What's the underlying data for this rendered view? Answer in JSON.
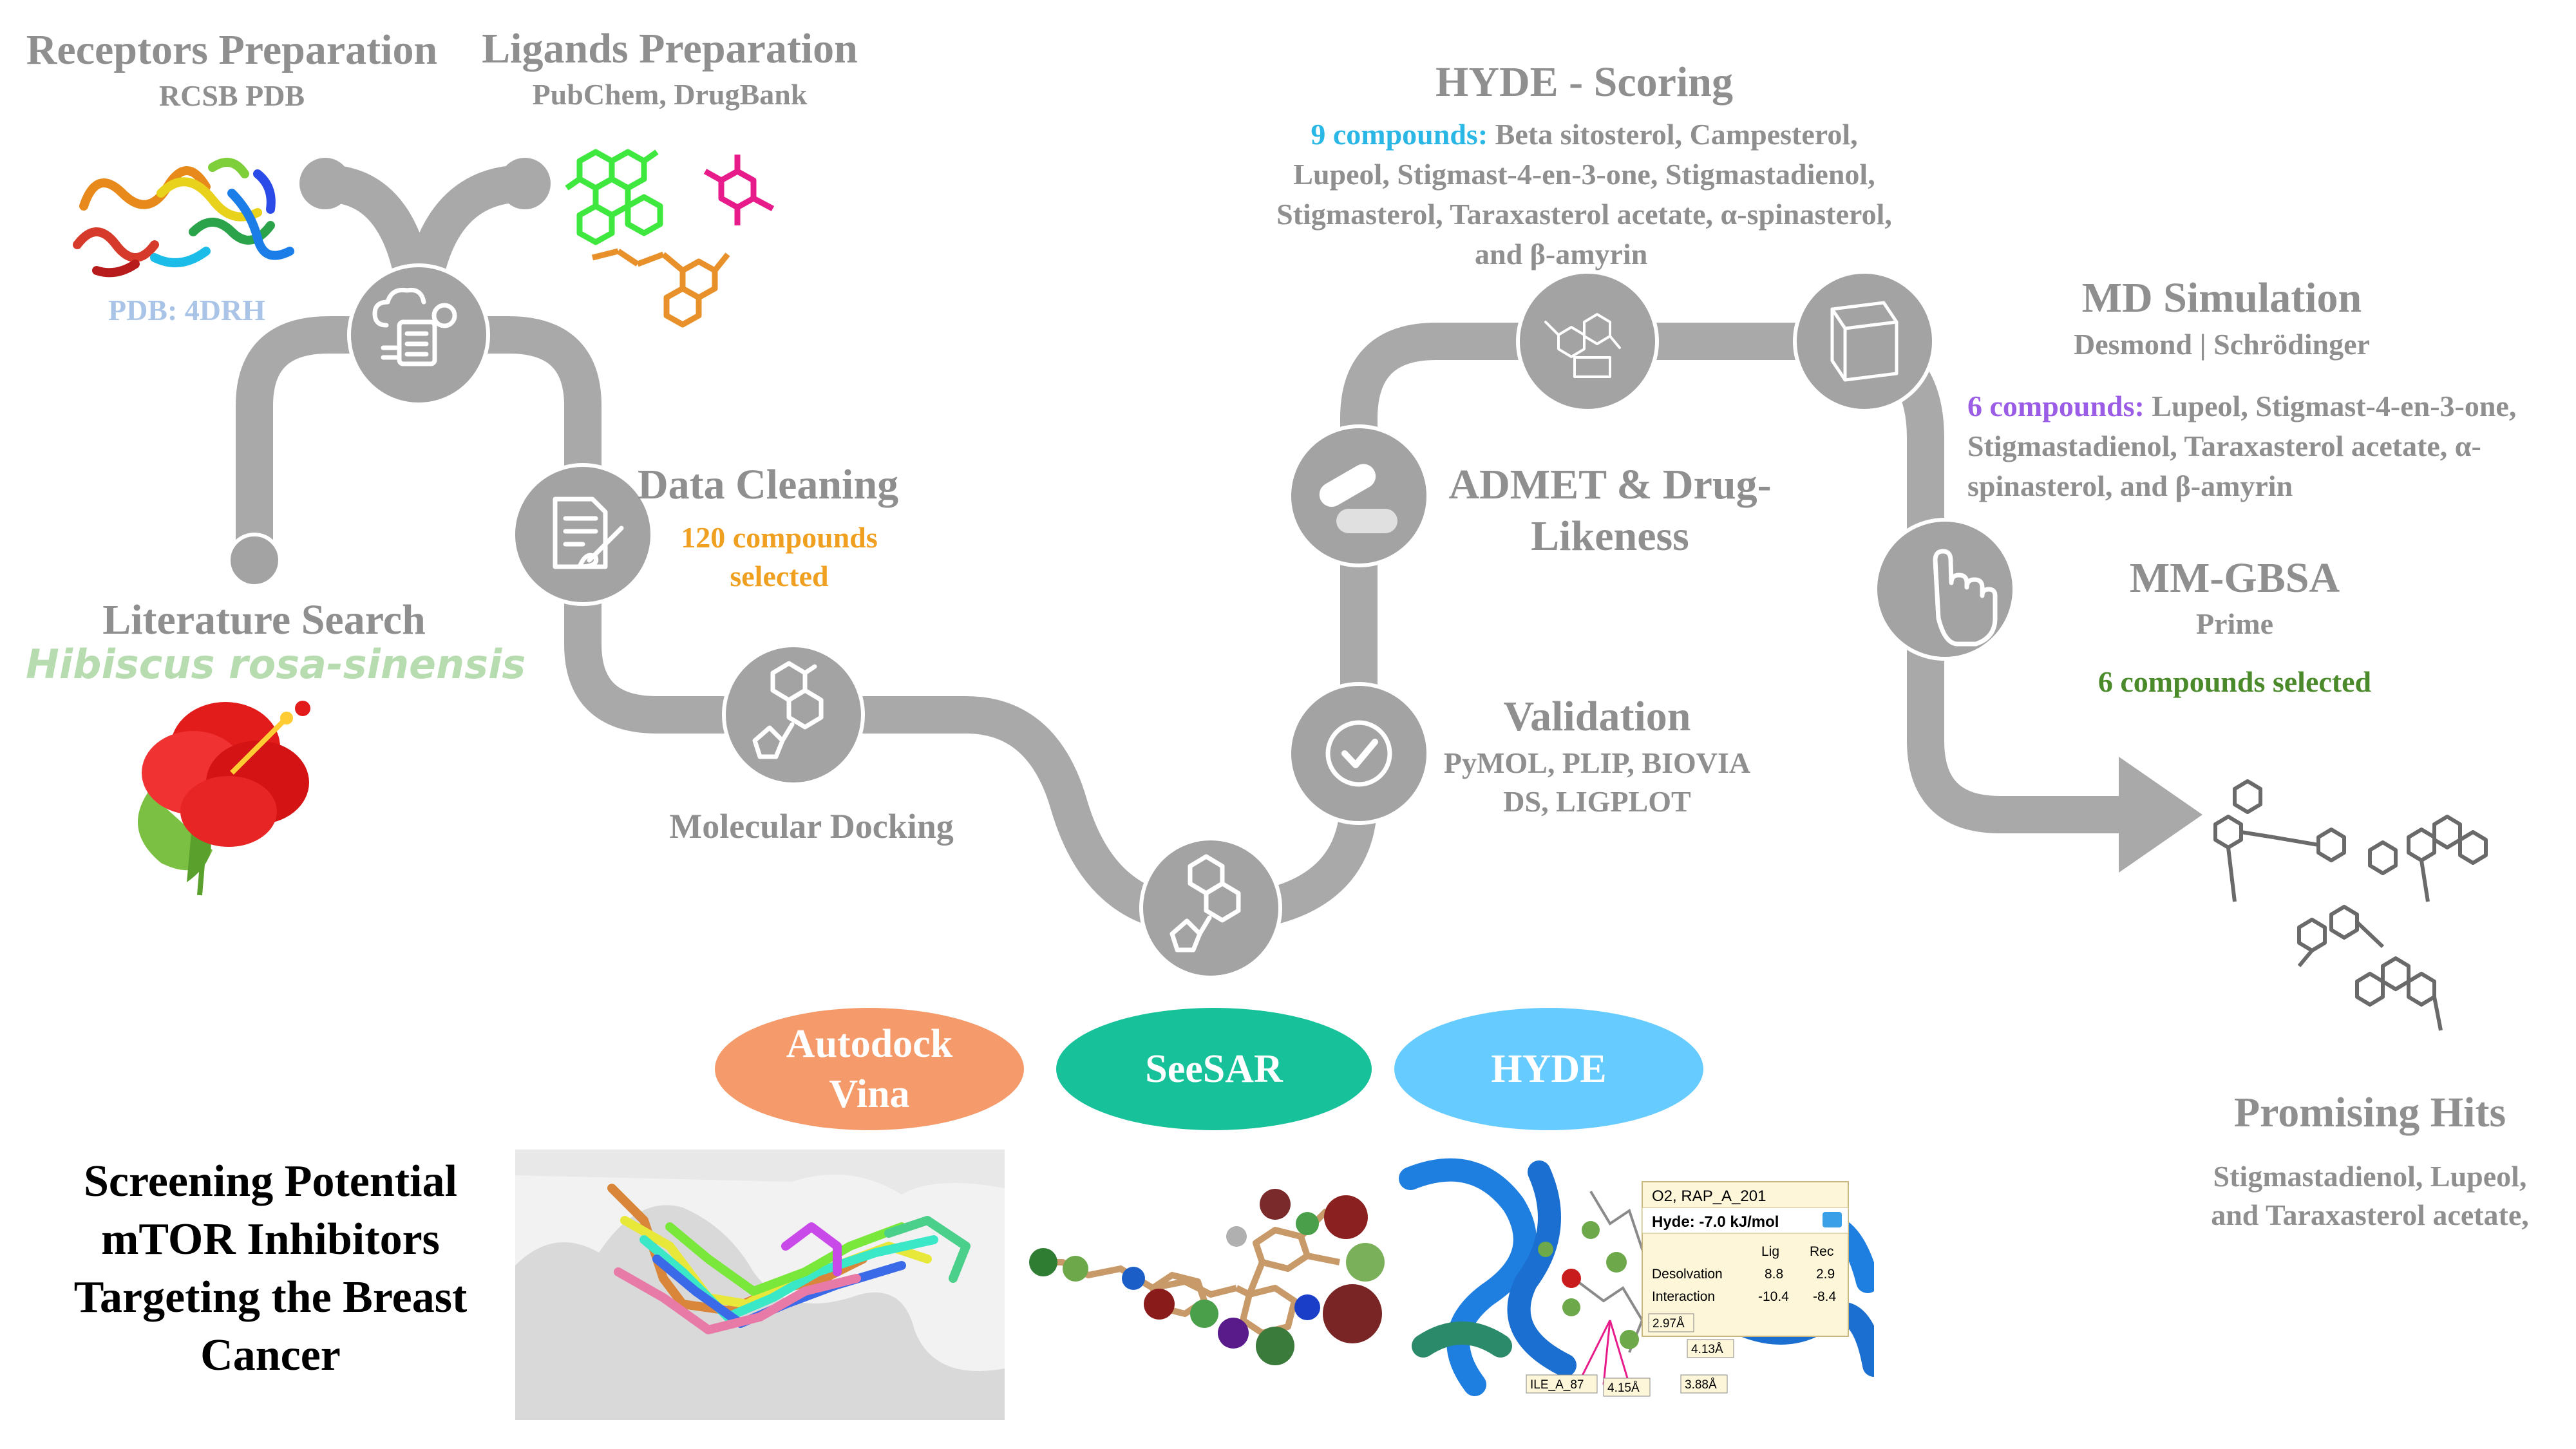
{
  "colors": {
    "path": "#a9a9a9",
    "node": "#a3a3a3",
    "text_gray": "#8f8f8f",
    "pdb_blue": "#a9c4e6",
    "species_green": "#b7dcb0",
    "orange_text": "#f0a020",
    "cyan_text": "#2ab7e6",
    "purple_text": "#9b5de5",
    "green_text": "#4a8a2a",
    "autodock": "#f59a6a",
    "seesar": "#17c29a",
    "hyde": "#66ccff"
  },
  "receptors": {
    "title": "Receptors Preparation",
    "subtitle": "RCSB PDB",
    "pdb": "PDB: 4DRH"
  },
  "ligands": {
    "title": "Ligands Preparation",
    "subtitle": "PubChem, DrugBank"
  },
  "literature": {
    "title": "Literature Search",
    "species": "Hibiscus rosa-sinensis"
  },
  "data_cleaning": {
    "title": "Data Cleaning",
    "line1": "120 compounds",
    "line2": "selected"
  },
  "docking": {
    "title": "Molecular Docking"
  },
  "validation": {
    "title": "Validation",
    "line1": "PyMOL, PLIP, BIOVIA",
    "line2": "DS, LIGPLOT"
  },
  "admet": {
    "line1": "ADMET & Drug-",
    "line2": "Likeness"
  },
  "hyde_scoring": {
    "title": "HYDE - Scoring",
    "count": "9 compounds:",
    "line1_rest": " Beta sitosterol, Campesterol,",
    "line2": "Lupeol, Stigmast-4-en-3-one, Stigmastadienol,",
    "line3": "Stigmasterol, Taraxasterol acetate, α-spinasterol,",
    "line4": "and β-amyrin"
  },
  "md": {
    "title": "MD Simulation",
    "subtitle": "Desmond | Schrödinger",
    "count": "6 compounds:",
    "line1_rest": " Lupeol, Stigmast-4-en-3-one,",
    "line2": "Stigmastadienol, Taraxasterol acetate, α-",
    "line3": "spinasterol, and β-amyrin"
  },
  "mmgbsa": {
    "title": "MM-GBSA",
    "subtitle": "Prime",
    "result": "6 compounds selected"
  },
  "hits": {
    "title": "Promising Hits",
    "line1": "Stigmastadienol, Lupeol,",
    "line2": "and Taraxasterol acetate,"
  },
  "tools": {
    "autodock_line1": "Autodock",
    "autodock_line2": "Vina",
    "seesar": "SeeSAR",
    "hyde": "HYDE"
  },
  "screening": {
    "line1": "Screening Potential",
    "line2": "mTOR Inhibitors",
    "line3": "Targeting the Breast",
    "line4": "Cancer"
  },
  "hyde_panel": {
    "header": "O2, RAP_A_201",
    "score": "Hyde: -7.0 kJ/mol",
    "col_lig": "Lig",
    "col_rec": "Rec",
    "rows": [
      {
        "label": "Desolvation",
        "lig": "8.8",
        "rec": "2.9"
      },
      {
        "label": "Interaction",
        "lig": "-10.4",
        "rec": "-8.4"
      }
    ],
    "tags": [
      "2.97Å",
      "ILE_A_87",
      "4.15Å",
      "4.13Å",
      "3.88Å"
    ]
  }
}
